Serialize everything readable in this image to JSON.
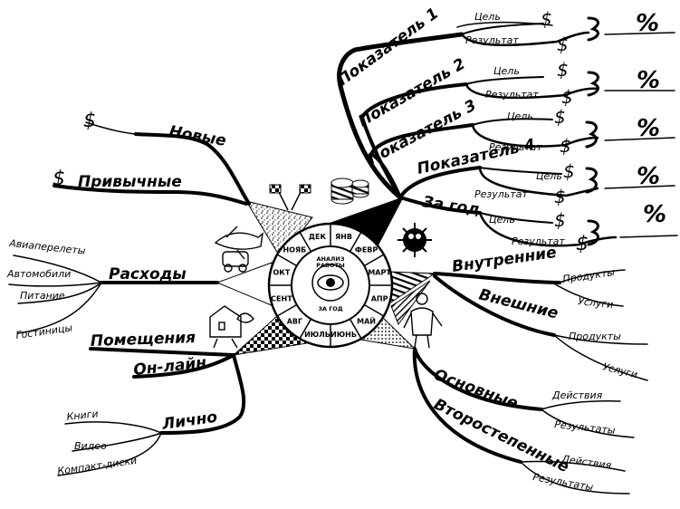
{
  "center": {
    "core_line1": "АНАЛИЗ",
    "core_line2": "РАБОТЫ",
    "inner_bottom": "ЗА ГОД",
    "months": [
      "ДЕК",
      "ЯНВ",
      "ФЕВР",
      "МАРТ",
      "АПР",
      "МАЙ",
      "ИЮНЬ",
      "ИЮЛЬ",
      "АВГ",
      "СЕНТ",
      "ОКТ",
      "НОЯБ"
    ]
  },
  "left": {
    "new_label": "Новые",
    "habitual_label": "Привычные",
    "expenses_label": "Расходы",
    "expenses_items": [
      "Авиаперелеты",
      "Автомобили",
      "Питание",
      "Гостиницы"
    ],
    "premises_label": "Помещения",
    "online_label": "Он-лайн",
    "personal_label": "Лично",
    "personal_items": [
      "Книги",
      "Видео",
      "Компакт-диски"
    ],
    "dollar": "$"
  },
  "right": {
    "indicators": [
      {
        "label": "Показатель 1",
        "goal": "Цель",
        "result": "Результат"
      },
      {
        "label": "Показатель 2",
        "goal": "Цель",
        "result": "Результат"
      },
      {
        "label": "Показатель 3",
        "goal": "Цель",
        "result": "Результат"
      },
      {
        "label": "Показатель 4",
        "goal": "Цель",
        "result": "Результат"
      },
      {
        "label": "За год",
        "goal": "Цель",
        "result": "Результат"
      }
    ],
    "dollar": "$",
    "percent": "%",
    "internal_label": "Внутренние",
    "external_label": "Внешние",
    "products": "Продукты",
    "services": "Услуги",
    "main_label": "Основные",
    "secondary_label": "Второстепенные",
    "actions": "Действия",
    "results": "Результаты"
  }
}
